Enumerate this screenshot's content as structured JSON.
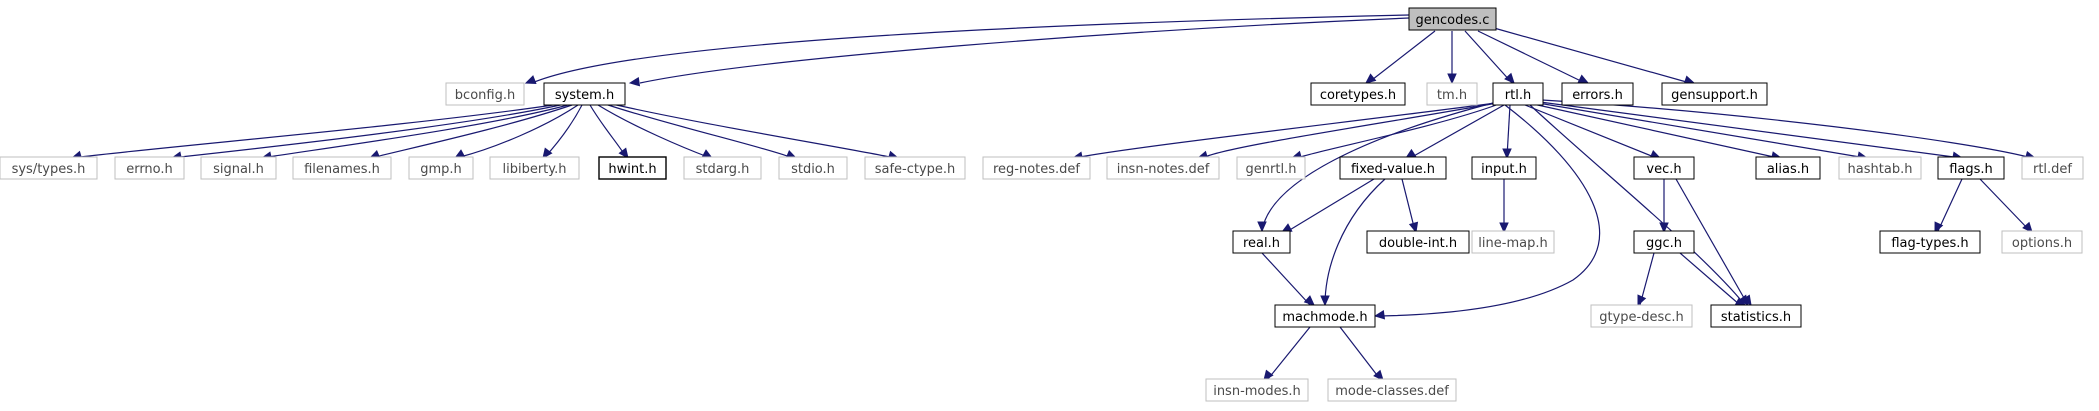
{
  "colors": {
    "edge": "#191970",
    "node_border_solid": "#000000",
    "node_border_external": "#bfbfbf",
    "root_fill": "#bfbfbf",
    "node_fill": "#ffffff"
  },
  "nodes": {
    "gencodes_c": "gencodes.c",
    "bconfig_h": "bconfig.h",
    "system_h": "system.h",
    "coretypes_h": "coretypes.h",
    "tm_h": "tm.h",
    "rtl_h": "rtl.h",
    "errors_h": "errors.h",
    "gensupport_h": "gensupport.h",
    "sys_types_h": "sys/types.h",
    "errno_h": "errno.h",
    "signal_h": "signal.h",
    "filenames_h": "filenames.h",
    "gmp_h": "gmp.h",
    "libiberty_h": "libiberty.h",
    "hwint_h": "hwint.h",
    "stdarg_h": "stdarg.h",
    "stdio_h": "stdio.h",
    "safe_ctype_h": "safe-ctype.h",
    "reg_notes_def": "reg-notes.def",
    "insn_notes_def": "insn-notes.def",
    "genrtl_h": "genrtl.h",
    "fixed_value_h": "fixed-value.h",
    "input_h": "input.h",
    "vec_h": "vec.h",
    "alias_h": "alias.h",
    "hashtab_h": "hashtab.h",
    "flags_h": "flags.h",
    "rtl_def": "rtl.def",
    "real_h": "real.h",
    "double_int_h": "double-int.h",
    "line_map_h": "line-map.h",
    "ggc_h": "ggc.h",
    "flag_types_h": "flag-types.h",
    "options_h": "options.h",
    "machmode_h": "machmode.h",
    "gtype_desc_h": "gtype-desc.h",
    "statistics_h": "statistics.h",
    "insn_modes_h": "insn-modes.h",
    "mode_classes_def": "mode-classes.def"
  }
}
